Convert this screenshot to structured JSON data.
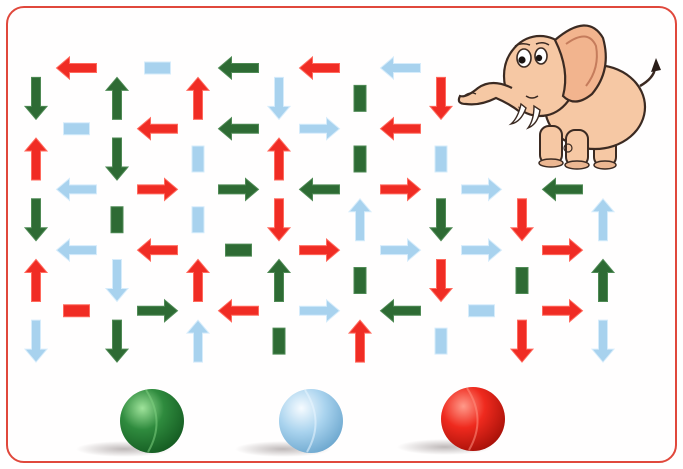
{
  "puzzle": {
    "colors": {
      "red": "#f02c24",
      "red_light": "#ff6a5e",
      "green": "#2e6b34",
      "green_light": "#4f8a55",
      "blue": "#a8d2ee",
      "blue_light": "#d6ecfb",
      "frame": "#e0483c"
    },
    "grid": {
      "rows": 6,
      "cols": 8,
      "horizontal_segments": [
        [
          {
            "c": 0,
            "color": "red",
            "dir": "left"
          },
          {
            "c": 1,
            "color": "blue",
            "dir": "none"
          },
          {
            "c": 2,
            "color": "green",
            "dir": "left"
          },
          {
            "c": 3,
            "color": "red",
            "dir": "left"
          },
          {
            "c": 4,
            "color": "blue",
            "dir": "left"
          }
        ],
        [
          {
            "c": 0,
            "color": "blue",
            "dir": "none"
          },
          {
            "c": 1,
            "color": "red",
            "dir": "left"
          },
          {
            "c": 2,
            "color": "green",
            "dir": "left"
          },
          {
            "c": 3,
            "color": "blue",
            "dir": "right"
          },
          {
            "c": 4,
            "color": "red",
            "dir": "left"
          }
        ],
        [
          {
            "c": 0,
            "color": "blue",
            "dir": "left"
          },
          {
            "c": 1,
            "color": "red",
            "dir": "right"
          },
          {
            "c": 2,
            "color": "green",
            "dir": "right"
          },
          {
            "c": 3,
            "color": "green",
            "dir": "left"
          },
          {
            "c": 4,
            "color": "red",
            "dir": "right"
          },
          {
            "c": 5,
            "color": "blue",
            "dir": "right"
          },
          {
            "c": 6,
            "color": "green",
            "dir": "left"
          }
        ],
        [
          {
            "c": 0,
            "color": "blue",
            "dir": "left"
          },
          {
            "c": 1,
            "color": "red",
            "dir": "left"
          },
          {
            "c": 2,
            "color": "green",
            "dir": "none"
          },
          {
            "c": 3,
            "color": "red",
            "dir": "right"
          },
          {
            "c": 4,
            "color": "blue",
            "dir": "right"
          },
          {
            "c": 5,
            "color": "blue",
            "dir": "right"
          },
          {
            "c": 6,
            "color": "red",
            "dir": "right"
          }
        ],
        [
          {
            "c": 0,
            "color": "red",
            "dir": "none"
          },
          {
            "c": 1,
            "color": "green",
            "dir": "right"
          },
          {
            "c": 2,
            "color": "red",
            "dir": "left"
          },
          {
            "c": 3,
            "color": "blue",
            "dir": "right"
          },
          {
            "c": 4,
            "color": "green",
            "dir": "left"
          },
          {
            "c": 5,
            "color": "blue",
            "dir": "none"
          },
          {
            "c": 6,
            "color": "red",
            "dir": "right"
          }
        ]
      ],
      "vertical_segments": [
        [
          {
            "c": 0,
            "color": "green",
            "dir": "down"
          },
          {
            "c": 1,
            "color": "green",
            "dir": "up"
          },
          {
            "c": 2,
            "color": "red",
            "dir": "up"
          },
          {
            "c": 3,
            "color": "blue",
            "dir": "down"
          },
          {
            "c": 4,
            "color": "green",
            "dir": "none"
          },
          {
            "c": 5,
            "color": "red",
            "dir": "down"
          }
        ],
        [
          {
            "c": 0,
            "color": "red",
            "dir": "up"
          },
          {
            "c": 1,
            "color": "green",
            "dir": "down"
          },
          {
            "c": 2,
            "color": "blue",
            "dir": "none"
          },
          {
            "c": 3,
            "color": "red",
            "dir": "up"
          },
          {
            "c": 4,
            "color": "green",
            "dir": "none"
          },
          {
            "c": 5,
            "color": "blue",
            "dir": "none"
          }
        ],
        [
          {
            "c": 0,
            "color": "green",
            "dir": "down"
          },
          {
            "c": 1,
            "color": "green",
            "dir": "none"
          },
          {
            "c": 2,
            "color": "blue",
            "dir": "none"
          },
          {
            "c": 3,
            "color": "red",
            "dir": "down"
          },
          {
            "c": 4,
            "color": "blue",
            "dir": "up"
          },
          {
            "c": 5,
            "color": "green",
            "dir": "down"
          },
          {
            "c": 6,
            "color": "red",
            "dir": "down"
          },
          {
            "c": 7,
            "color": "blue",
            "dir": "up"
          }
        ],
        [
          {
            "c": 0,
            "color": "red",
            "dir": "up"
          },
          {
            "c": 1,
            "color": "blue",
            "dir": "down"
          },
          {
            "c": 2,
            "color": "red",
            "dir": "up"
          },
          {
            "c": 3,
            "color": "green",
            "dir": "up"
          },
          {
            "c": 4,
            "color": "green",
            "dir": "none"
          },
          {
            "c": 5,
            "color": "red",
            "dir": "down"
          },
          {
            "c": 6,
            "color": "green",
            "dir": "none"
          },
          {
            "c": 7,
            "color": "green",
            "dir": "up"
          }
        ],
        [
          {
            "c": 0,
            "color": "blue",
            "dir": "down"
          },
          {
            "c": 1,
            "color": "green",
            "dir": "down"
          },
          {
            "c": 2,
            "color": "blue",
            "dir": "up"
          },
          {
            "c": 3,
            "color": "green",
            "dir": "none"
          },
          {
            "c": 4,
            "color": "red",
            "dir": "up"
          },
          {
            "c": 5,
            "color": "blue",
            "dir": "none"
          },
          {
            "c": 6,
            "color": "red",
            "dir": "down"
          },
          {
            "c": 7,
            "color": "blue",
            "dir": "down"
          }
        ]
      ]
    },
    "balls": [
      {
        "name": "green-ball",
        "color": "#2f8b3e",
        "highlight": "#7ed07f"
      },
      {
        "name": "blue-ball",
        "color": "#a9d3ee",
        "highlight": "#e9f6ff"
      },
      {
        "name": "red-ball",
        "color": "#ef2a1e",
        "highlight": "#ff8f80"
      }
    ],
    "character": {
      "name": "elephant-character",
      "body_color": "#f6c8a4",
      "outline_color": "#3b2a22"
    }
  }
}
